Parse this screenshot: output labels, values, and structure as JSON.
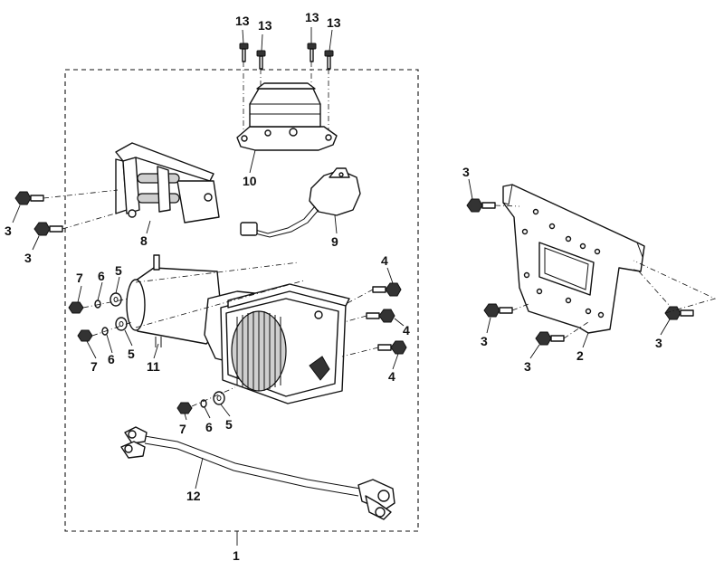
{
  "callouts": {
    "c1": "1",
    "c2": "2",
    "c3a": "3",
    "c3b": "3",
    "c3c": "3",
    "c3d": "3",
    "c3e": "3",
    "c3f": "3",
    "c4a": "4",
    "c4b": "4",
    "c4c": "4",
    "c5a": "5",
    "c5b": "5",
    "c5c": "5",
    "c6a": "6",
    "c6b": "6",
    "c6c": "6",
    "c7a": "7",
    "c7b": "7",
    "c7c": "7",
    "c8": "8",
    "c9": "9",
    "c10": "10",
    "c11": "11",
    "c12": "12",
    "c13a": "13",
    "c13b": "13",
    "c13c": "13",
    "c13d": "13"
  }
}
